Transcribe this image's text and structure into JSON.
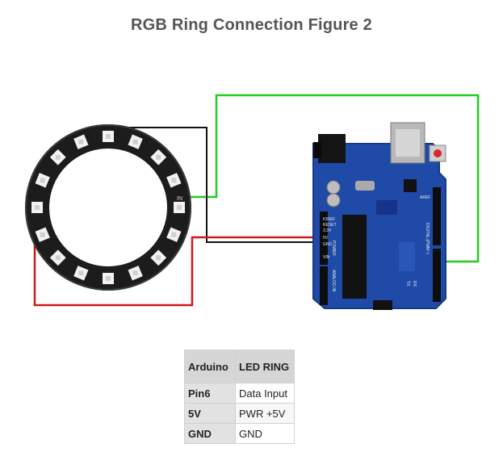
{
  "title": "RGB Ring Connection Figure 2",
  "board_labels": {
    "ioref": "IOREF",
    "reset": "RESET",
    "v33": "3.3V",
    "v5": "5V",
    "gnd": "GND",
    "vin": "VIN",
    "power": "POWER",
    "analog_in": "ANALOG IN",
    "aref": "AREF",
    "digital": "DIGITAL (PWM~)",
    "tx": "TX",
    "rx": "RX"
  },
  "ring_labels": {
    "in": "IN"
  },
  "table": {
    "headers": [
      "Arduino",
      "LED RING"
    ],
    "rows": [
      {
        "arduino": "Pin6",
        "ring": "Data Input"
      },
      {
        "arduino": "5V",
        "ring": "PWR +5V"
      },
      {
        "arduino": "GND",
        "ring": "GND"
      }
    ]
  },
  "colors": {
    "data_wire": "#22cc22",
    "power_wire": "#cc1a1a",
    "ground_wire": "#111111",
    "board": "#1f4aa8"
  }
}
